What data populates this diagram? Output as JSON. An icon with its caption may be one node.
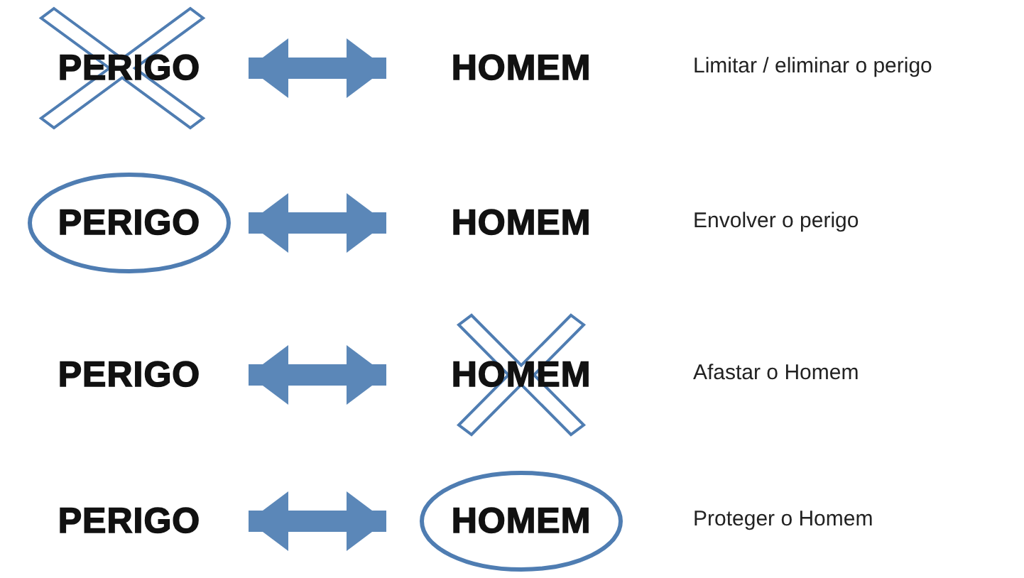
{
  "diagram": {
    "nodes": [
      {
        "text": [
          "PERIGO"
        ]
      },
      {
        "text": [
          "HOMEM"
        ]
      },
      {
        "text": [
          "PERIGO"
        ]
      },
      {
        "text": [
          "HOMEM"
        ]
      },
      {
        "text": [
          "PERIGO"
        ]
      },
      {
        "text": [
          "HOMEM"
        ]
      },
      {
        "text": [
          "PERIGO"
        ]
      },
      {
        "text": [
          "HOMEM"
        ]
      }
    ],
    "edges": [
      {
        "from": 0,
        "to": 1,
        "arrow": "both"
      },
      {
        "from": 2,
        "to": 3,
        "arrow": "both"
      },
      {
        "from": 4,
        "to": 5,
        "arrow": "both"
      },
      {
        "from": 6,
        "to": 7,
        "arrow": "both"
      }
    ],
    "labels": [
      "Limitar / eliminar o perigo",
      "Envolver o perigo",
      "Afastar o Homem",
      "Proteger o Homem"
    ]
  }
}
